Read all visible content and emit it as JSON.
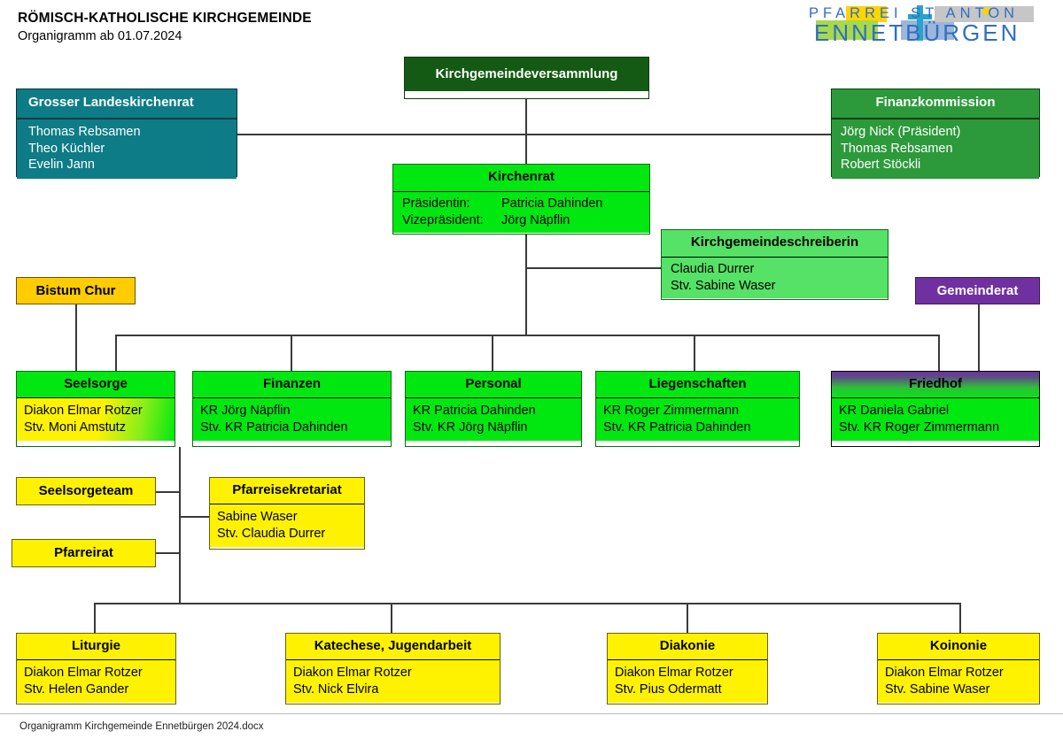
{
  "header": {
    "title": "RÖMISCH-KATHOLISCHE KIRCHGEMEINDE",
    "subtitle": "Organigramm ab 01.07.2024"
  },
  "logo": {
    "line1": "PFARREI ST ANTON",
    "line2": "ENNETBÜRGEN",
    "colors": {
      "text": "#2F6FC4",
      "cross": "#2AA3C9",
      "block_yellow": "#FFD400",
      "block_green": "#A8D94A",
      "block_blue": "#9DB6D9",
      "block_grey": "#C6C6C6"
    }
  },
  "footer": {
    "filename": "Organigramm Kirchgemeinde Ennetbürgen 2024.docx"
  },
  "palette": {
    "teal": "#0E7C87",
    "dark_green": "#145A14",
    "mid_green": "#2C9A3A",
    "bright_green": "#00E810",
    "light_green": "#55E266",
    "yellow": "#FFF200",
    "gold": "#FFCC00",
    "purple": "#7030A0",
    "line": "#3A3A3A"
  },
  "nodes": {
    "kirchgemeindeversammlung": {
      "title": "Kirchgemeindeversammlung",
      "members": ""
    },
    "grosser_landeskirchenrat": {
      "title": "Grosser Landeskirchenrat",
      "members": "Thomas Rebsamen\nTheo Küchler\nEvelin Jann"
    },
    "finanzkommission": {
      "title": "Finanzkommission",
      "members": "Jörg Nick (Präsident)\nThomas Rebsamen\nRobert Stöckli"
    },
    "kirchenrat": {
      "title": "Kirchenrat",
      "role1_label": "Präsidentin:",
      "role1_name": "Patricia Dahinden",
      "role2_label": "Vizepräsident:",
      "role2_name": "Jörg Näpflin"
    },
    "kirchgemeindeschreiberin": {
      "title": "Kirchgemeindeschreiberin",
      "members": "Claudia Durrer\nStv. Sabine Waser"
    },
    "bistum_chur": {
      "title": "Bistum Chur"
    },
    "gemeinderat": {
      "title": "Gemeinderat"
    },
    "seelsorge": {
      "title": "Seelsorge",
      "members": "Diakon Elmar Rotzer\nStv. Moni Amstutz"
    },
    "finanzen": {
      "title": "Finanzen",
      "members": "KR Jörg Näpflin\nStv. KR Patricia Dahinden"
    },
    "personal": {
      "title": "Personal",
      "members": "KR Patricia Dahinden\nStv. KR Jörg Näpflin"
    },
    "liegenschaften": {
      "title": "Liegenschaften",
      "members": "KR Roger Zimmermann\nStv. KR Patricia Dahinden"
    },
    "friedhof": {
      "title": "Friedhof",
      "members": "KR Daniela Gabriel\nStv. KR Roger Zimmermann"
    },
    "seelsorgeteam": {
      "title": "Seelsorgeteam"
    },
    "pfarreirat": {
      "title": "Pfarreirat"
    },
    "pfarreisekretariat": {
      "title": "Pfarreisekretariat",
      "members": "Sabine Waser\nStv. Claudia Durrer"
    },
    "liturgie": {
      "title": "Liturgie",
      "members": "Diakon Elmar Rotzer\nStv. Helen Gander"
    },
    "katechese": {
      "title": "Katechese, Jugendarbeit",
      "members": "Diakon Elmar Rotzer\nStv. Nick Elvira"
    },
    "diakonie": {
      "title": "Diakonie",
      "members": "Diakon Elmar Rotzer\nStv. Pius Odermatt"
    },
    "koinonie": {
      "title": "Koinonie",
      "members": "Diakon Elmar Rotzer\nStv. Sabine Waser"
    }
  }
}
